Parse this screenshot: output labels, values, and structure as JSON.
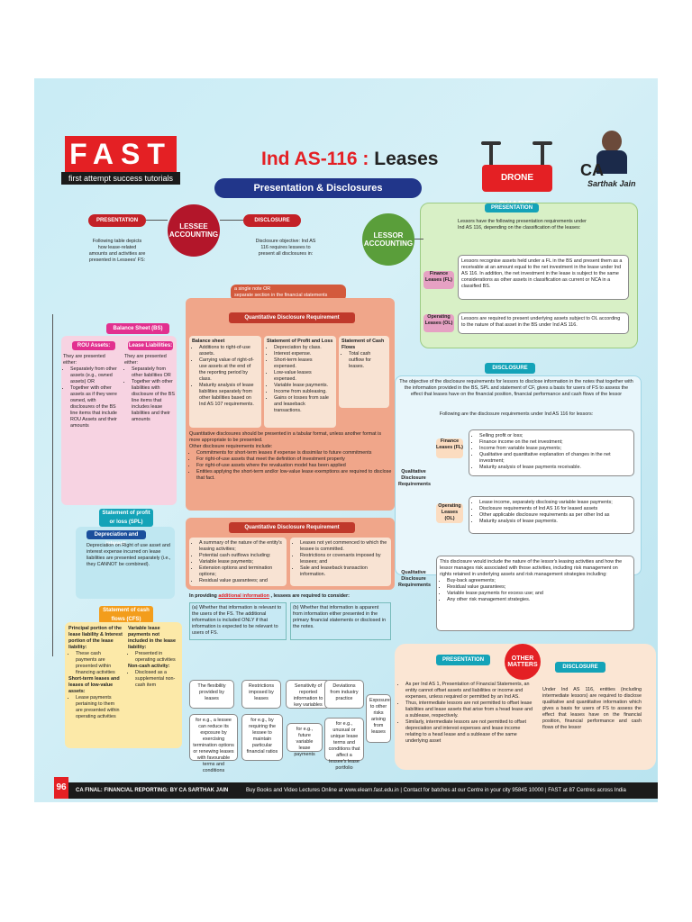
{
  "header": {
    "logo_text": "FAST",
    "logo_tagline": "first attempt success tutorials",
    "title_part1": "Ind AS-116 :",
    "title_part2": "Leases",
    "subtitle": "Presentation & Disclosures",
    "drone_text": "DRONE CHARTS",
    "ca_text": "CA",
    "ca_name": "Sarthak Jain"
  },
  "lessee": {
    "circle_label": "LESSEE ACCOUNTING",
    "presentation_pill": "PRESENTATION",
    "presentation_text": "Following table depicts how lease-related amounts and activities are presented in Lessees' FS:",
    "disclosure_pill": "DISCLOSURE",
    "disclosure_text": "Disclosure objective: Ind AS 116 requires lessees to present all disclosures in:",
    "disclosure_opts": [
      "a single note OR",
      "separate section in the financial statements"
    ],
    "bs_pill": "Balance Sheet (BS)",
    "rou_title": "ROU Assets:",
    "rou_text": "They are presented either:",
    "rou_items": [
      "Separately from other assets (e.g., owned assets) OR",
      "Together with other assets as if they were owned, with disclosures of the BS line items that include ROU Assets and their amounts"
    ],
    "ll_title": "Lease Liabilities:",
    "ll_text": "They are presented either:",
    "ll_items": [
      "Separately from other liabilities OR",
      "Together with other liabilities with disclosure of the BS line items that includes lease liabilities and their amounts"
    ],
    "pl_pill": "Statement of profit or loss (SPL)",
    "dep_title": "Depreciation and interest:",
    "dep_text": "Depreciation on Right of use asset and interest expense incurred on lease liabilities are presented separately (i.e., they CANNOT be combined).",
    "cf_pill": "Statement of cash flows (CFS)",
    "cf_col1_title": "Principal portion of the lease liability & Interest portion of the lease liability:",
    "cf_col1_items": [
      "These cash payments are presented within financing activities"
    ],
    "cf_col1_title2": "Short-term leases and leases of low-value assets:",
    "cf_col1_items2": [
      "Lease payments pertaining to them are presented within operating activities"
    ],
    "cf_col2_title": "Variable lease payments not included in the lease liability:",
    "cf_col2_items": [
      "Presented in operating activities"
    ],
    "cf_col2_title2": "Non-cash activity:",
    "cf_col2_items2": [
      "Disclosed as a supplemental non-cash item"
    ]
  },
  "qdr1": {
    "title": "Quantitative Disclosure Requirement",
    "bs_title": "Balance sheet",
    "bs_items": [
      "Additions to right-of-use assets.",
      "Carrying value of right-of-use assets at the end of the reporting period by class.",
      "Maturity analysis of lease liabilities separately from other liabilities based on Ind AS 107 requirements."
    ],
    "pl_title": "Statement of Profit and Loss",
    "pl_items": [
      "Depreciation by class.",
      "Interest expense.",
      "Short-term leases expensed.",
      "Low-value leases expensed.",
      "Variable lease payments.",
      "Income from subleasing.",
      "Gains or losses from sale and leaseback transactions."
    ],
    "cf_title": "Statement of Cash Flows",
    "cf_items": [
      "Total cash outflow for leases."
    ],
    "note1": "Quantitative disclosures should be presented in a tabular format, unless another format is more appropriate to be presented.",
    "note2": "Other disclosure requirements include:",
    "note_items": [
      "Commitments for short-term leases if expense is dissimilar to future commitments",
      "For right-of-use assets that meet the definition of investment property",
      "For right-of-use assets where the revaluation model has been applied",
      "Entities applying the short-term and/or low-value lease exemptions are required to disclose that fact."
    ]
  },
  "qdr2": {
    "title": "Quantitative Disclosure Requirement",
    "left_items": [
      "A summary of the nature of the entity's leasing activities;",
      "Potential cash outflows including:",
      "Variable lease payments;",
      "Extension options and termination options;",
      "Residual value guarantees; and"
    ],
    "right_items": [
      "Leases not yet commenced to which the lessee is committed.",
      "Restrictions or covenants imposed by lessees; and",
      "Sale and leaseback transaction information."
    ],
    "addl_text_pre": "In providing",
    "addl_text_mid": "additional information",
    "addl_text_post": ", lessees are required to consider:",
    "a_text": "(a) Whether that information is relevant to the users of the FS. The additional information is included ONLY if that information is expected to be relevant to users of FS.",
    "b_text": "(b) Whether that information is apparent from information either presented in the primary financial statements or disclosed in the notes.",
    "boxes": [
      {
        "head": "The flexibility provided by leases",
        "body": "for e.g., a lessee can reduce its exposure by exercising termination options or renewing leases with favourable terms and conditions"
      },
      {
        "head": "Restrictions imposed by leases",
        "body": "for e.g., by requiring the lessee to maintain particular financial ratios"
      },
      {
        "head": "Sensitivity of reported information to key variables",
        "body": "for e.g., future variable lease payments"
      },
      {
        "head": "Deviations from industry practice",
        "body": "for e.g., unusual or unique lease terms and conditions that affect a lessee's lease portfolio"
      },
      {
        "head": "Exposure to other risks arising from leases",
        "body": ""
      }
    ]
  },
  "lessor": {
    "circle_label": "LESSOR ACCOUNTING",
    "presentation_pill": "PRESENTATION",
    "presentation_intro": "Lessors have the following presentation requirements under Ind AS 116, depending on the classification of the leases:",
    "fl_label": "Finance Leases (FL)",
    "fl_text": "Lessors recognise assets held under a FL in the BS and present them as a receivable at an amount equal to the net investment in the lease under Ind AS 116. In addition, the net investment in the lease is subject to the same considerations as other assets in classification as current or NCA in a classified BS.",
    "ol_label": "Operating Leases (OL)",
    "ol_text": "Lessors are required to present underlying assets subject to OL according to the nature of that asset in the BS under Ind AS 116.",
    "disclosure_pill": "DISCLOSURE",
    "disclosure_text": "The objective of the disclosure requirements for lessors to disclose information in the notes that together with the information provided in the BS, SPL and statement of CF, gives a basis for users of FS to assess the effect that leases have on the financial position, financial performance and cash flows of the lessor",
    "disclosure_follow": "Following are the disclosure requirements under Ind AS 116 for lessors:",
    "qual_label": "Qualitative Disclosure Requirements",
    "fl_disc_label": "Finance Leases (FL)",
    "fl_disc_items": [
      "Selling profit or loss;",
      "Finance income on the net investment;",
      "Income from variable lease payments;",
      "Qualitative and quantitative explanation of changes in the net investment;",
      "Maturity analysis of lease payments receivable."
    ],
    "ol_disc_label": "Operating Leases (OL)",
    "ol_disc_items": [
      "Lease income, separately disclosing variable lease payments;",
      "Disclosure requirements of Ind AS 16 for leased assets",
      "Other applicable disclosure requirements as per other Ind as",
      "Maturity analysis of lease payments."
    ],
    "qual2_label": "Qualitative Disclosure Requirements",
    "qual2_text": "This disclosure would include the nature of the lessor's leasing activities and how the lessor manages risk associated with those activities, including risk management on rights retained in underlying assets and risk management strategies including:",
    "qual2_items": [
      "Buy-back agreements;",
      "Residual value guarantees;",
      "Variable lease payments for excess use; and",
      "Any other risk management strategies."
    ]
  },
  "other": {
    "circle_label": "OTHER MATTERS",
    "presentation_pill": "PRESENTATION",
    "disclosure_pill": "DISCLOSURE",
    "presentation_items": [
      "As per Ind AS 1, Presentation of Financial Statements, an entity cannot offset assets and liabilities or income and expenses, unless required or permitted by an Ind AS.",
      "Thus, intermediate lessors are not permitted to offset lease liabilities and lease assets that arise from a head lease and a sublease, respectively.",
      "Similarly, intermediate lessors are not permitted to offset depreciation and interest expenses and lease income relating to a head lease and a sublease of the same underlying asset"
    ],
    "disclosure_text": "Under Ind AS 116, entities (including intermediate lessors) are required to disclose qualitative and quantitative information which gives a basis for users of FS to assess the effect that leases have on the financial position, financial performance and cash flows of the lessor"
  },
  "footer": {
    "page": "96",
    "left": "CA FINAL: FINANCIAL REPORTING: BY CA SARTHAK JAIN",
    "right": "Buy Books and Video Lectures Online at www.elearn.fast.edu.in | Contact for batches at our Centre in your city 95845 10000 | FAST at 87 Centres across India"
  }
}
